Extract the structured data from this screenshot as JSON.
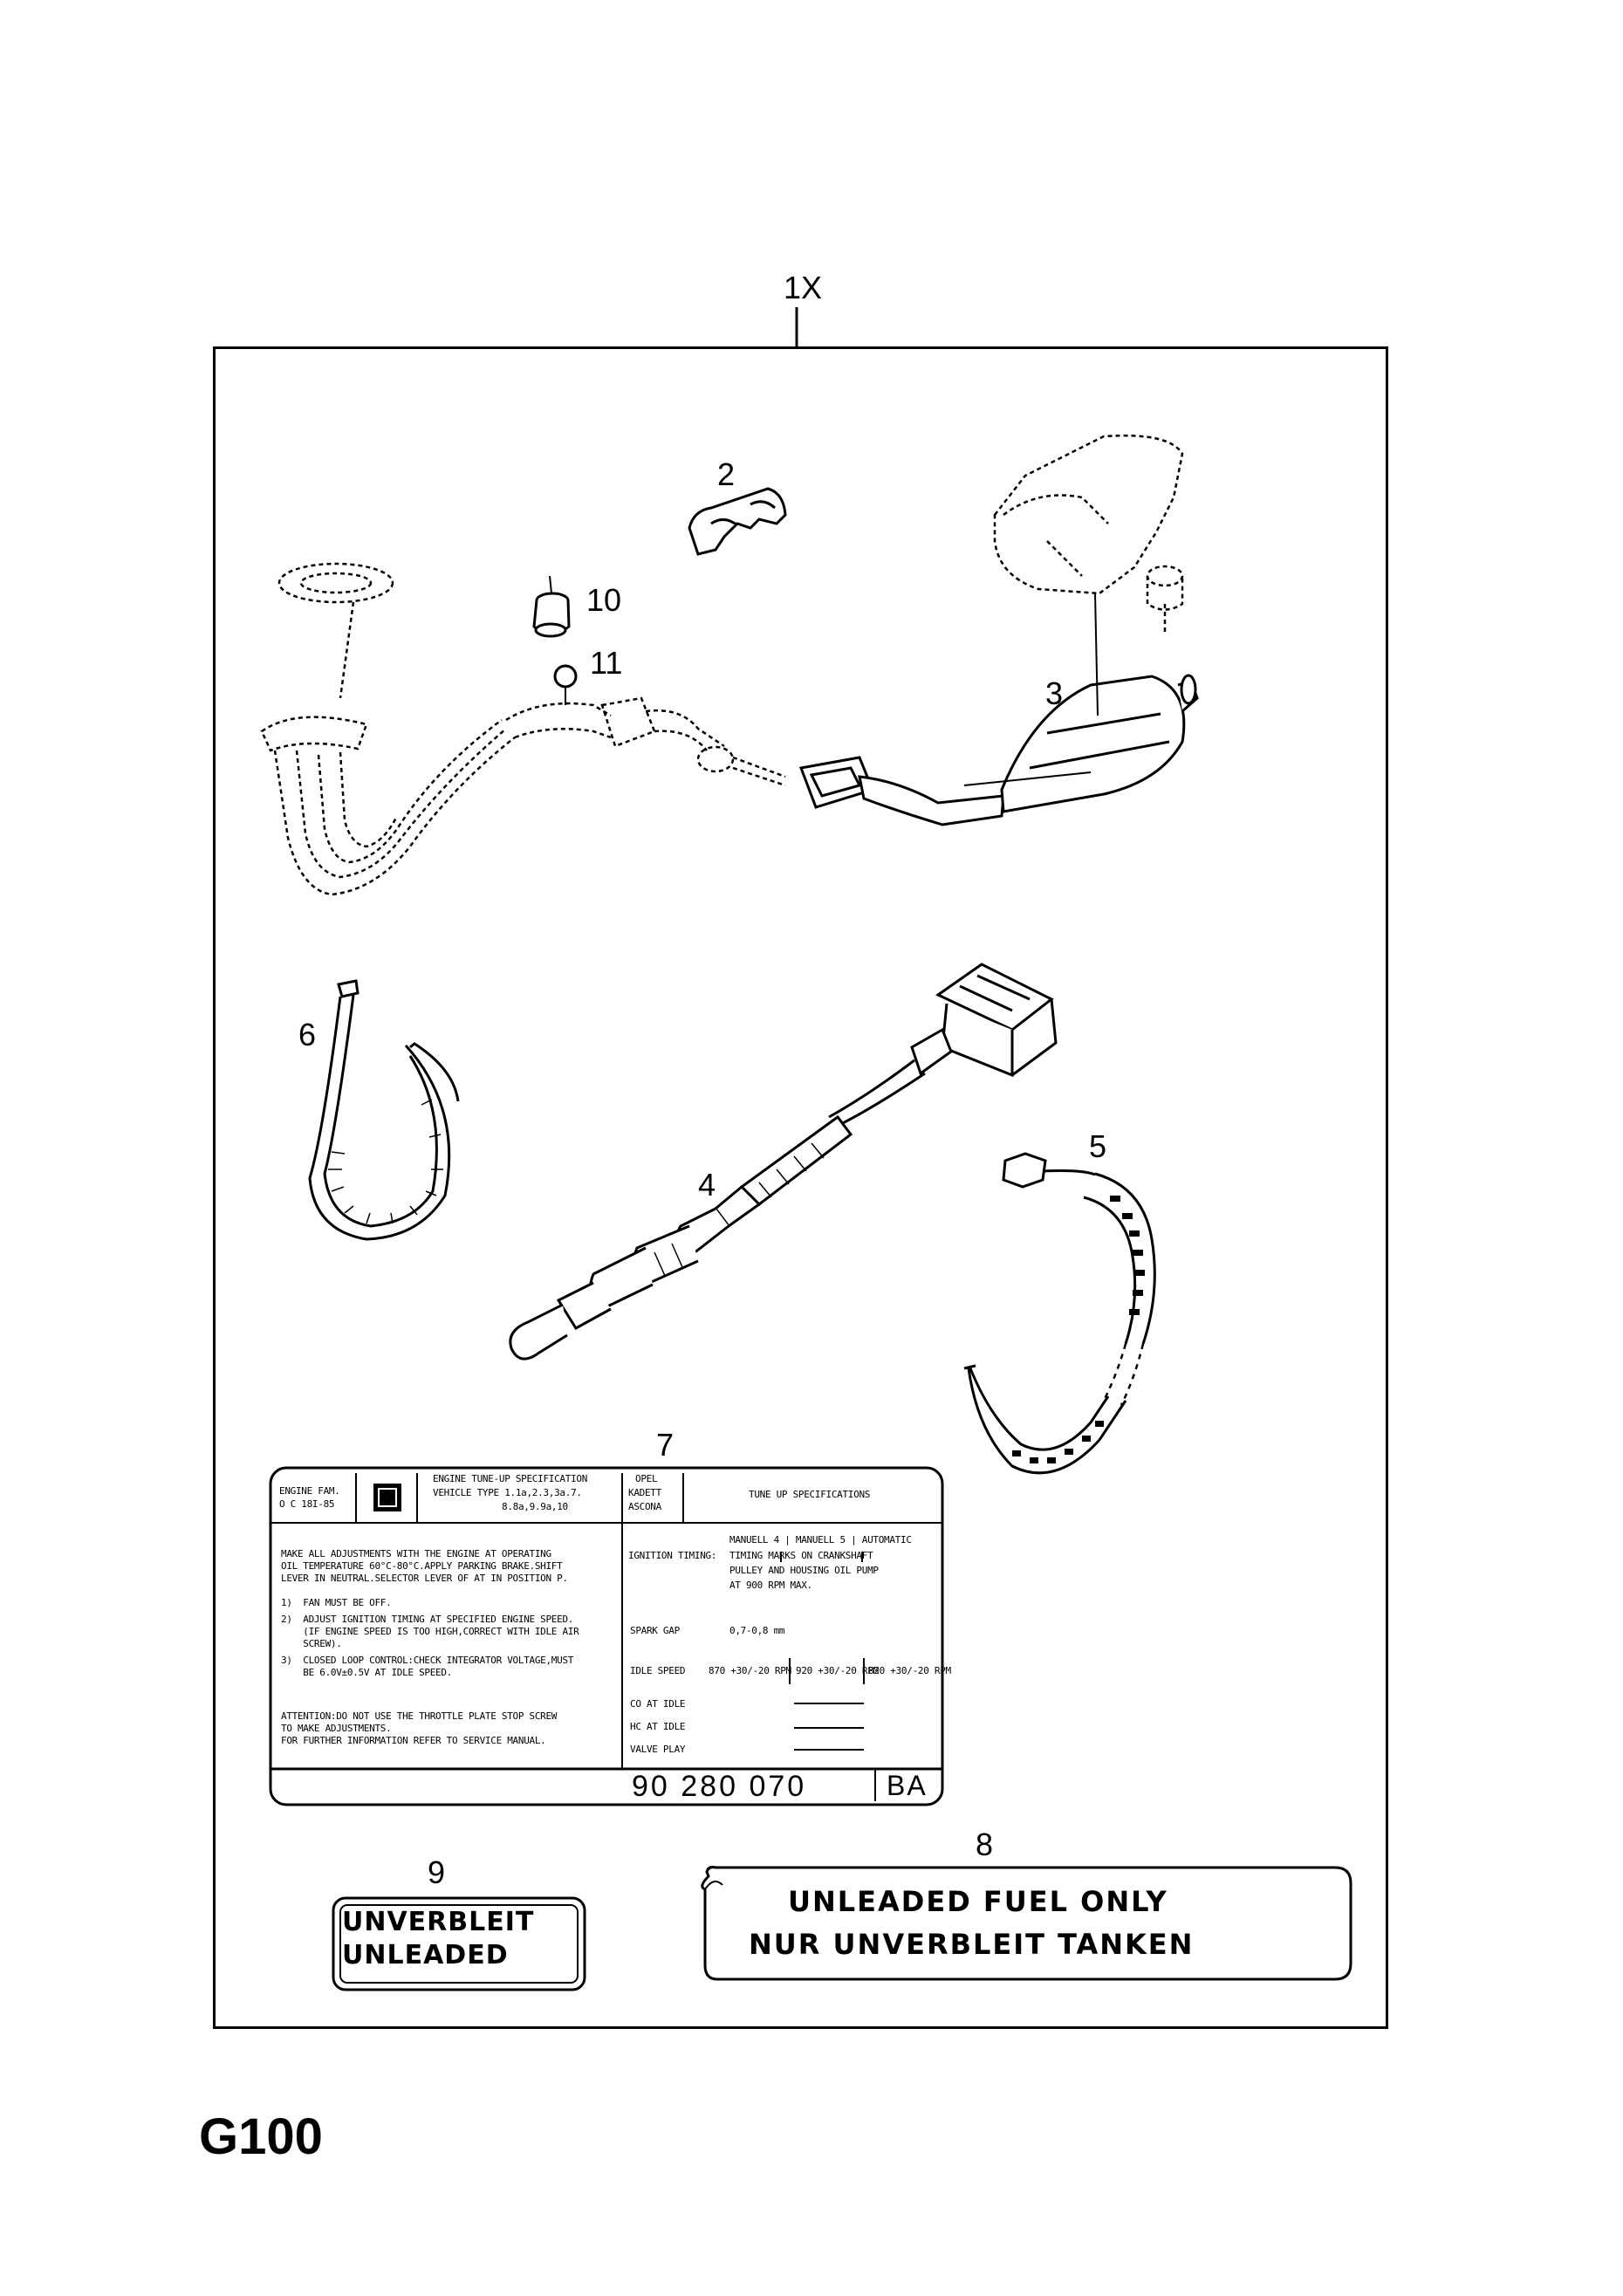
{
  "assembly": {
    "callout": "1X"
  },
  "page_code": "G100",
  "callouts": {
    "p2": "2",
    "p3": "3",
    "p4": "4",
    "p5": "5",
    "p6": "6",
    "p7": "7",
    "p8": "8",
    "p9": "9",
    "p10": "10",
    "p11": "11"
  },
  "parts": {
    "exhaust": "exhaust-manifold-pipe-icon",
    "converter": "catalytic-converter-icon",
    "heat_shield": "heat-shield-icon",
    "clamp": "pipe-clamp-icon",
    "grommet": "grommet-icon",
    "o_ring": "o-ring-icon",
    "oxygen_sensor": "oxygen-sensor-icon",
    "cable_tie": "cable-tie-icon",
    "cable_strap": "cable-strap-icon"
  },
  "label7": {
    "engine_fam_label": "ENGINE FAM.",
    "engine_fam_value": "O C 18I-85",
    "spec_title": "ENGINE TUNE-UP SPECIFICATION",
    "vehicle_type_1": "VEHICLE TYPE 1.1a,2.3,3a.7.",
    "vehicle_type_2": "8.8a,9.9a,10",
    "make_1": "OPEL",
    "make_2": "KADETT",
    "make_3": "ASCONA",
    "tune_up_title": "TUNE UP SPECIFICATIONS",
    "instructions": [
      "MAKE ALL ADJUSTMENTS WITH THE ENGINE AT OPERATING",
      "OIL TEMPERATURE 60°C-80°C.APPLY PARKING BRAKE.SHIFT",
      "LEVER IN NEUTRAL.SELECTOR LEVER OF AT IN POSITION P.",
      "1)  FAN MUST BE OFF.",
      "2)  ADJUST IGNITION TIMING AT SPECIFIED ENGINE SPEED.",
      "    (IF ENGINE SPEED IS TOO HIGH,CORRECT WITH IDLE AIR",
      "    SCREW).",
      "3)  CLOSED LOOP CONTROL:CHECK INTEGRATOR VOLTAGE,MUST",
      "    BE 6.0V±0.5V AT IDLE SPEED."
    ],
    "attention": [
      "ATTENTION:DO NOT USE THE THROTTLE PLATE STOP SCREW",
      "TO MAKE ADJUSTMENTS.",
      "FOR FURTHER INFORMATION REFER TO SERVICE MANUAL."
    ],
    "trans_header": "MANUELL 4 | MANUELL 5 | AUTOMATIC",
    "ignition_timing_label": "IGNITION TIMING:",
    "ignition_timing_value_1": "TIMING MARKS ON CRANKSHAFT",
    "ignition_timing_value_2": "PULLEY AND HOUSING OIL PUMP",
    "ignition_timing_value_3": "AT 900 RPM MAX.",
    "spark_gap_label": "SPARK GAP",
    "spark_gap_value": "0,7-0,8 mm",
    "idle_speed_label": "IDLE SPEED",
    "idle_speed_1": "870 +30/-20 RPM",
    "idle_speed_2": "920 +30/-20 RPM",
    "idle_speed_3": "820 +30/-20 RPM",
    "co_label": "CO AT IDLE",
    "hc_label": "HC AT IDLE",
    "valve_label": "VALVE PLAY",
    "part_number": "90 280 070",
    "suffix": "BA"
  },
  "sticker8": {
    "line1": "UNLEADED FUEL ONLY",
    "line2": "NUR UNVERBLEIT TANKEN"
  },
  "sticker9": {
    "line1": "UNVERBLEIT",
    "line2": "UNLEADED"
  }
}
